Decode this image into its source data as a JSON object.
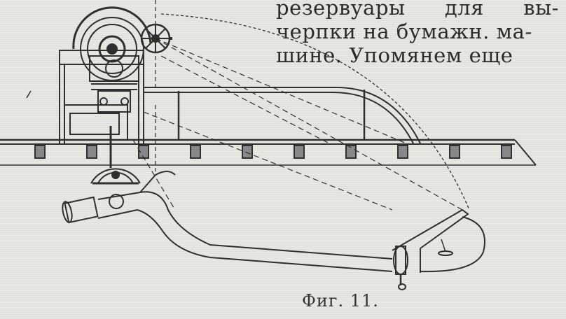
{
  "body_text": {
    "line1_words": [
      "резервуары",
      "для",
      "вы-"
    ],
    "line2": "черпки на бумажн. ма-",
    "line3": "шине. Упомянем еще"
  },
  "figure": {
    "caption": "Фиг. 11."
  }
}
